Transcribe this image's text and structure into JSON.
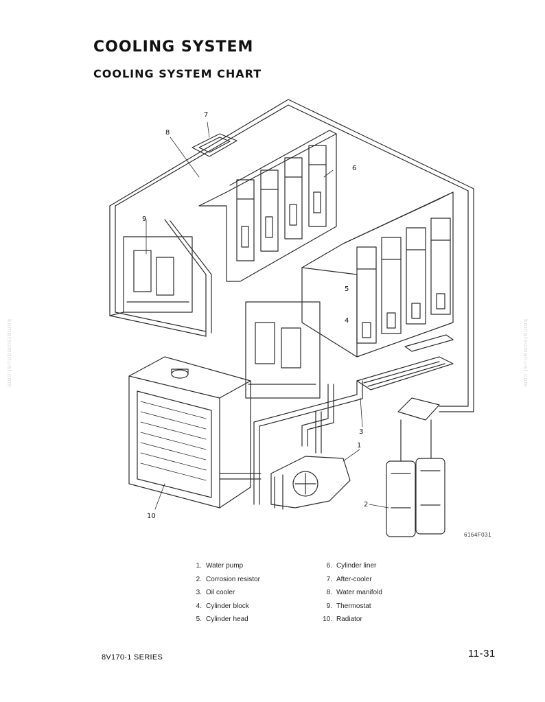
{
  "header": {
    "title": "COOLING SYSTEM",
    "subtitle": "COOLING SYSTEM CHART"
  },
  "diagram": {
    "figure_code": "6164F031",
    "callouts": [
      "1",
      "2",
      "3",
      "4",
      "5",
      "6",
      "7",
      "8",
      "9",
      "10"
    ]
  },
  "legend": {
    "left": [
      {
        "num": "1.",
        "label": "Water pump"
      },
      {
        "num": "2.",
        "label": "Corrosion resistor"
      },
      {
        "num": "3.",
        "label": "Oil cooler"
      },
      {
        "num": "4.",
        "label": "Cylinder block"
      },
      {
        "num": "5.",
        "label": "Cylinder head"
      }
    ],
    "right": [
      {
        "num": "6.",
        "label": "Cylinder liner"
      },
      {
        "num": "7.",
        "label": "After-cooler"
      },
      {
        "num": "8.",
        "label": "Water manifold"
      },
      {
        "num": "9.",
        "label": "Thermostat"
      },
      {
        "num": "10.",
        "label": "Radiator"
      }
    ]
  },
  "footer": {
    "series": "8V170-1 SERIES",
    "page_number": "11-31"
  },
  "watermark": {
    "text": "komatsumanual.com"
  }
}
